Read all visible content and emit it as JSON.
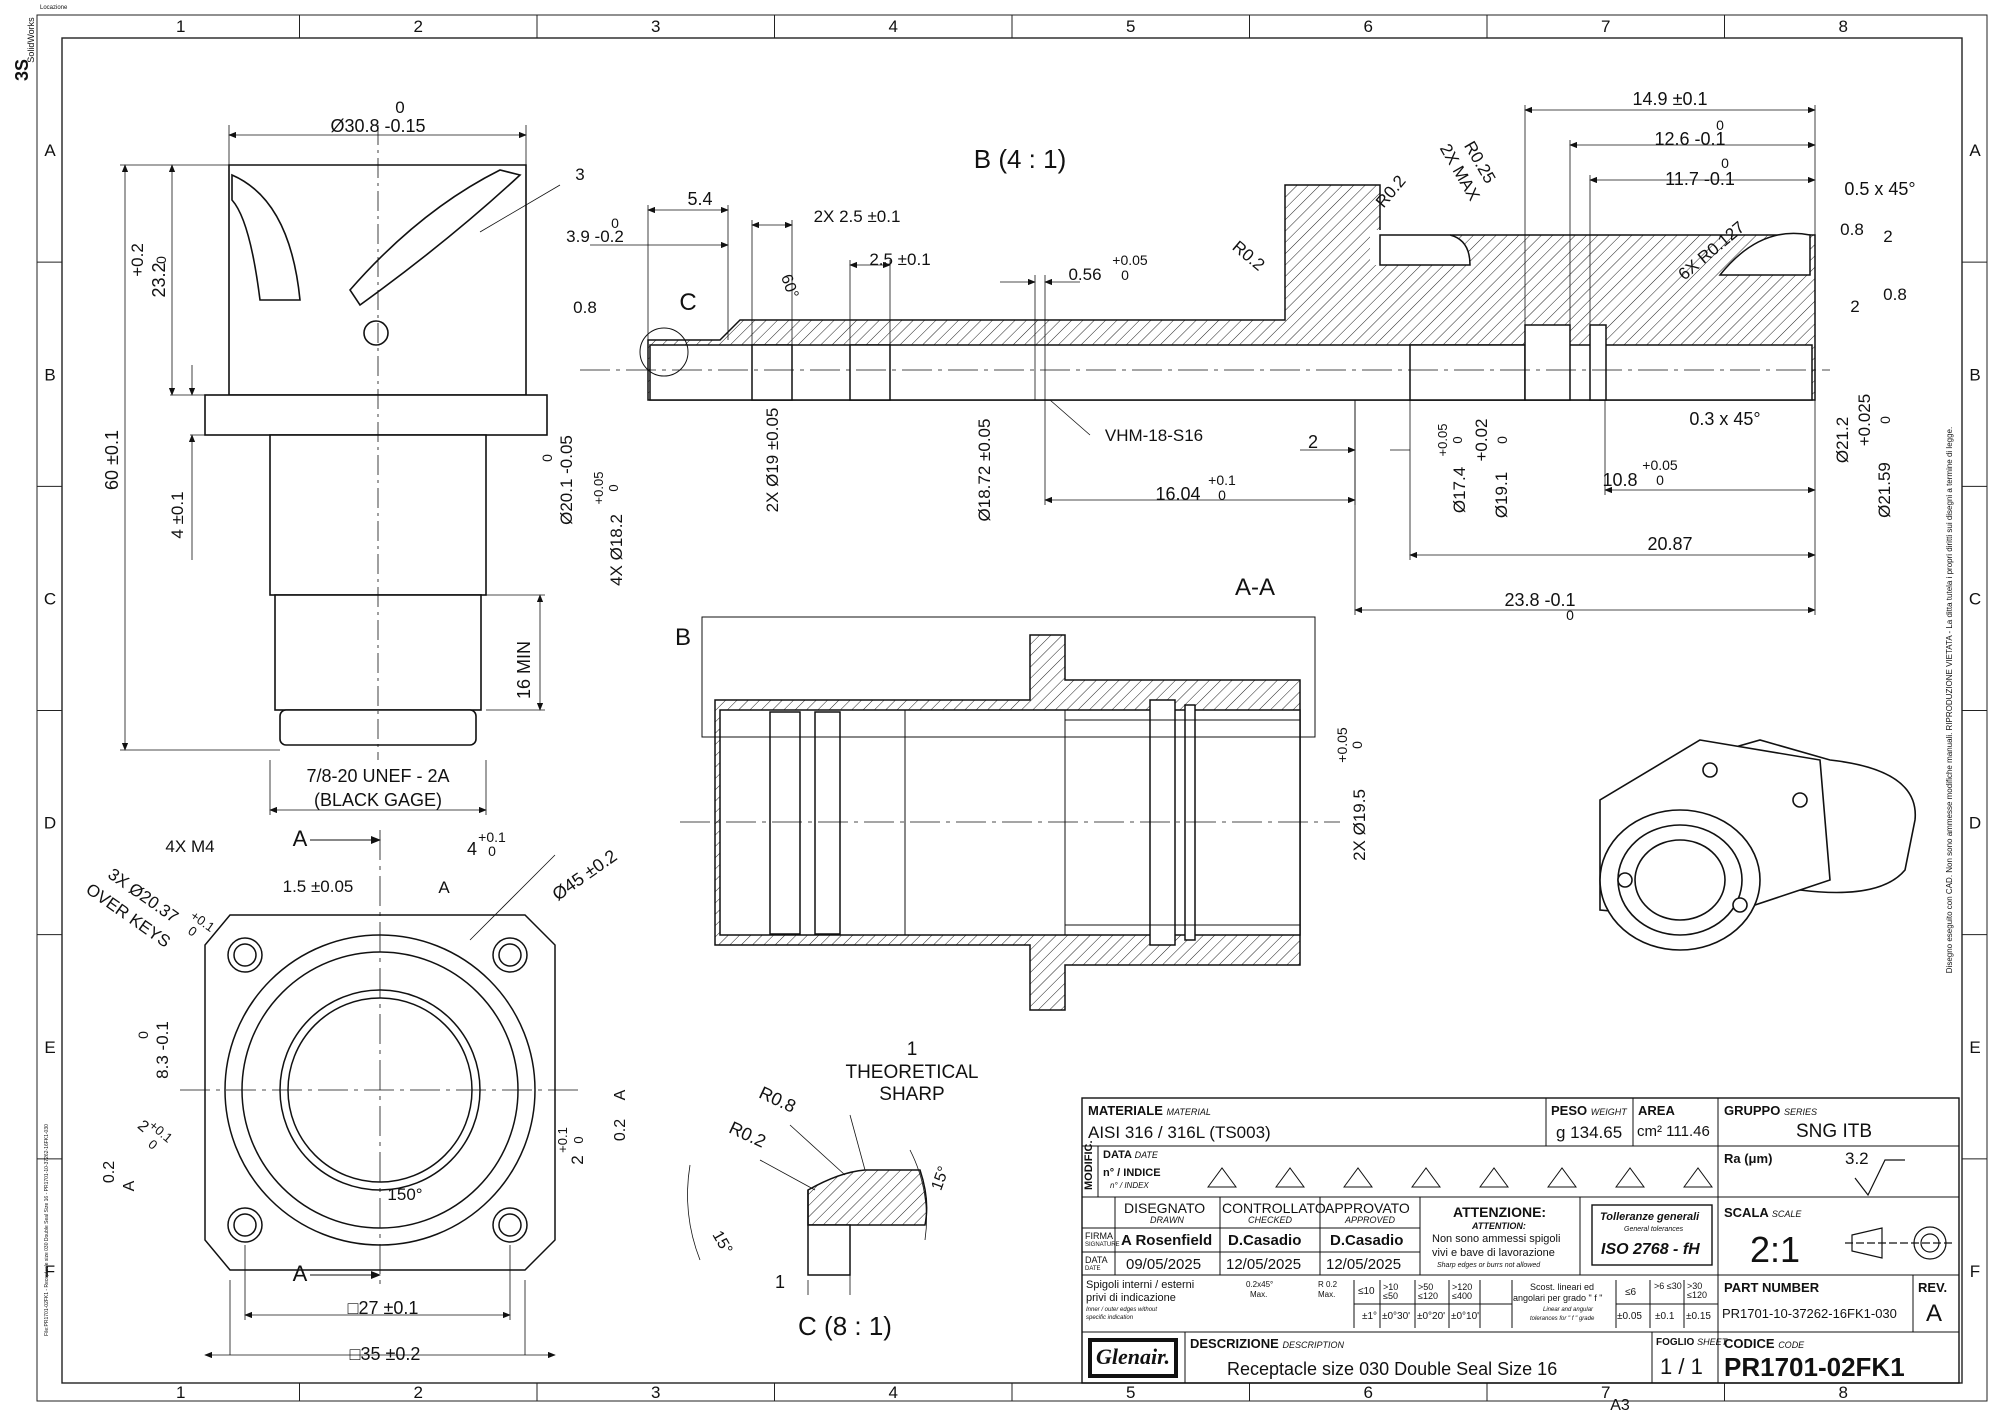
{
  "frame": {
    "location_label": "Locazione",
    "logo_text": "SolidWorks",
    "columns": [
      "1",
      "2",
      "3",
      "4",
      "5",
      "6",
      "7",
      "8"
    ],
    "rows": [
      "A",
      "B",
      "C",
      "D",
      "E",
      "F"
    ],
    "sheet_size": "A3",
    "file_path_note": "File:PR1701-02FK1 - Receptacle size 030 Double Seal Size 16 - PR1701-10-37262-16FK1-030",
    "right_note": "Disegno eseguito con CAD. Non sono ammesse modifiche manuali. RIPRODUZIONE VIETATA - La ditta tutela i propri diritti sui disegni a termine di legge."
  },
  "views": {
    "top_left": {
      "dims": [
        "0",
        "Ø30.8 -0.15",
        "3",
        "+0.2",
        "23.2",
        "0",
        "60 ±0.1",
        "4 ±0.1",
        "16 MIN",
        "7/8-20 UNEF - 2A",
        "(BLACK GAGE)"
      ]
    },
    "detail_b": {
      "title": "B  (4 : 1)",
      "dims": [
        "5.4",
        "0",
        "3.9 -0.2",
        "2X 2.5 ±0.1",
        "2.5 ±0.1",
        "60°",
        "0.8",
        "C",
        "0.56",
        "+0.05",
        "0",
        "R0.2",
        "R0.2",
        "R0.25",
        "2X MAX",
        "14.9 ±0.1",
        "12.6 -0.1",
        "0",
        "11.7 -0.1",
        "0",
        "0.5 x 45°",
        "6X R0.127",
        "0.8",
        "2",
        "2",
        "0.8",
        "VHM-18-S16",
        "2",
        "0.3 x 45°",
        "16.04",
        "+0.1",
        "0",
        "10.8",
        "+0.05",
        "0",
        "20.87",
        "23.8 -0.1",
        "0",
        "2X Ø19 ±0.05",
        "Ø18.72 ±0.05",
        "Ø17.4",
        "+0.05",
        "0",
        "Ø19.1",
        "+0.02",
        "0",
        "Ø21.2",
        "Ø21.59",
        "+0.025",
        "0",
        "Ø20.1 -0.05",
        "0",
        "4X Ø18.2",
        "+0.05",
        "0"
      ]
    },
    "section_aa": {
      "title": "A-A",
      "label_b": "B",
      "dims": [
        "2X Ø19.5",
        "+0.05",
        "0"
      ]
    },
    "front": {
      "dims": [
        "4X M4",
        "A",
        "4",
        "+0.1",
        "0",
        "Ø45 ±0.2",
        "1.5 ±0.05",
        "A",
        "3X Ø20.37",
        "+0.1",
        "0",
        "OVER KEYS",
        "0",
        "8.3 -0.1",
        "2",
        "+0.1",
        "0",
        "0.2",
        "A",
        "+0.1",
        "2",
        "0",
        "0.2",
        "A",
        "150°",
        "A",
        "□27 ±0.1",
        "□35 ±0.2"
      ]
    },
    "detail_c": {
      "title": "C  (8 : 1)",
      "dims": [
        "1",
        "THEORETICAL",
        "SHARP",
        "R0.8",
        "R0.2",
        "15°",
        "15°",
        "1"
      ]
    }
  },
  "title_block": {
    "material_label": "MATERIALE",
    "material_label_en": "MATERIAL",
    "material_value": "AISI 316 / 316L (TS003)",
    "weight_label": "PESO",
    "weight_label_en": "WEIGHT",
    "weight_value": "g 134.65",
    "area_label": "AREA",
    "area_value": "cm² 111.46",
    "series_label": "GRUPPO",
    "series_label_en": "SERIES",
    "series_value": "SNG ITB",
    "modific_label": "MODIFIC.",
    "date_label": "DATA",
    "date_label_en": "DATE",
    "index_label": "n° / INDICE",
    "index_label_en": "n° / INDEX",
    "ra_label": "Ra (μm)",
    "ra_value": "3.2",
    "drawn_label": "DISEGNATO",
    "drawn_label_en": "DRAWN",
    "checked_label": "CONTROLLATO",
    "checked_label_en": "CHECKED",
    "approved_label": "APPROVATO",
    "approved_label_en": "APPROVED",
    "firma_label": "FIRMA",
    "firma_label_en": "SIGNATURE",
    "data_label": "DATA",
    "data_label_en": "DATE",
    "drawn_by": "A Rosenfield",
    "checked_by": "D.Casadio",
    "approved_by": "D.Casadio",
    "drawn_date": "09/05/2025",
    "checked_date": "12/05/2025",
    "approved_date": "12/05/2025",
    "attention_title": "ATTENZIONE:",
    "attention_sub": "ATTENTION:",
    "attention_text1": "Non sono ammessi spigoli",
    "attention_text2": "vivi e bave di lavorazione",
    "attention_en": "Sharp edges or burrs not allowed",
    "tol_title": "Tolleranze generali",
    "tol_sub": "General tolerances",
    "tol_value": "ISO 2768 - fH",
    "scale_label": "SCALA",
    "scale_label_en": "SCALE",
    "scale_value": "2:1",
    "edges_text1": "Spigoli interni / esterni",
    "edges_text2": "privi di indicazione",
    "edges_en1": "Inner / outer edges without",
    "edges_en2": "specific indication",
    "edge_a1": "0.2x45°",
    "edge_a2": "Max.",
    "edge_b1": "R 0.2",
    "edge_b2": "Max.",
    "ang_headers": [
      "≤10",
      ">10 ≤50",
      ">50 ≤120",
      ">120 ≤400"
    ],
    "ang_values": [
      "±1°",
      "±0°30'",
      "±0°20'",
      "±0°10'"
    ],
    "lin_text1": "Scost. lineari ed",
    "lin_text2": "angolari per grado \" f \"",
    "lin_en1": "Linear and angular",
    "lin_en2": "tolerances for \" f \" grade",
    "lin_headers": [
      "≤6",
      ">6 ≤30",
      ">30 ≤120"
    ],
    "lin_values": [
      "±0.05",
      "±0.1",
      "±0.15"
    ],
    "part_number_label": "PART NUMBER",
    "part_number_value": "PR1701-10-37262-16FK1-030",
    "rev_label": "REV.",
    "rev_value": "A",
    "logo": "Glenair.",
    "description_label": "DESCRIZIONE",
    "description_label_en": "DESCRIPTION",
    "description_value": "Receptacle size 030 Double Seal Size 16",
    "sheet_label": "FOGLIO",
    "sheet_label_en": "SHEET",
    "sheet_value": "1 / 1",
    "code_label": "CODICE",
    "code_label_en": "CODE",
    "code_value": "PR1701-02FK1"
  }
}
